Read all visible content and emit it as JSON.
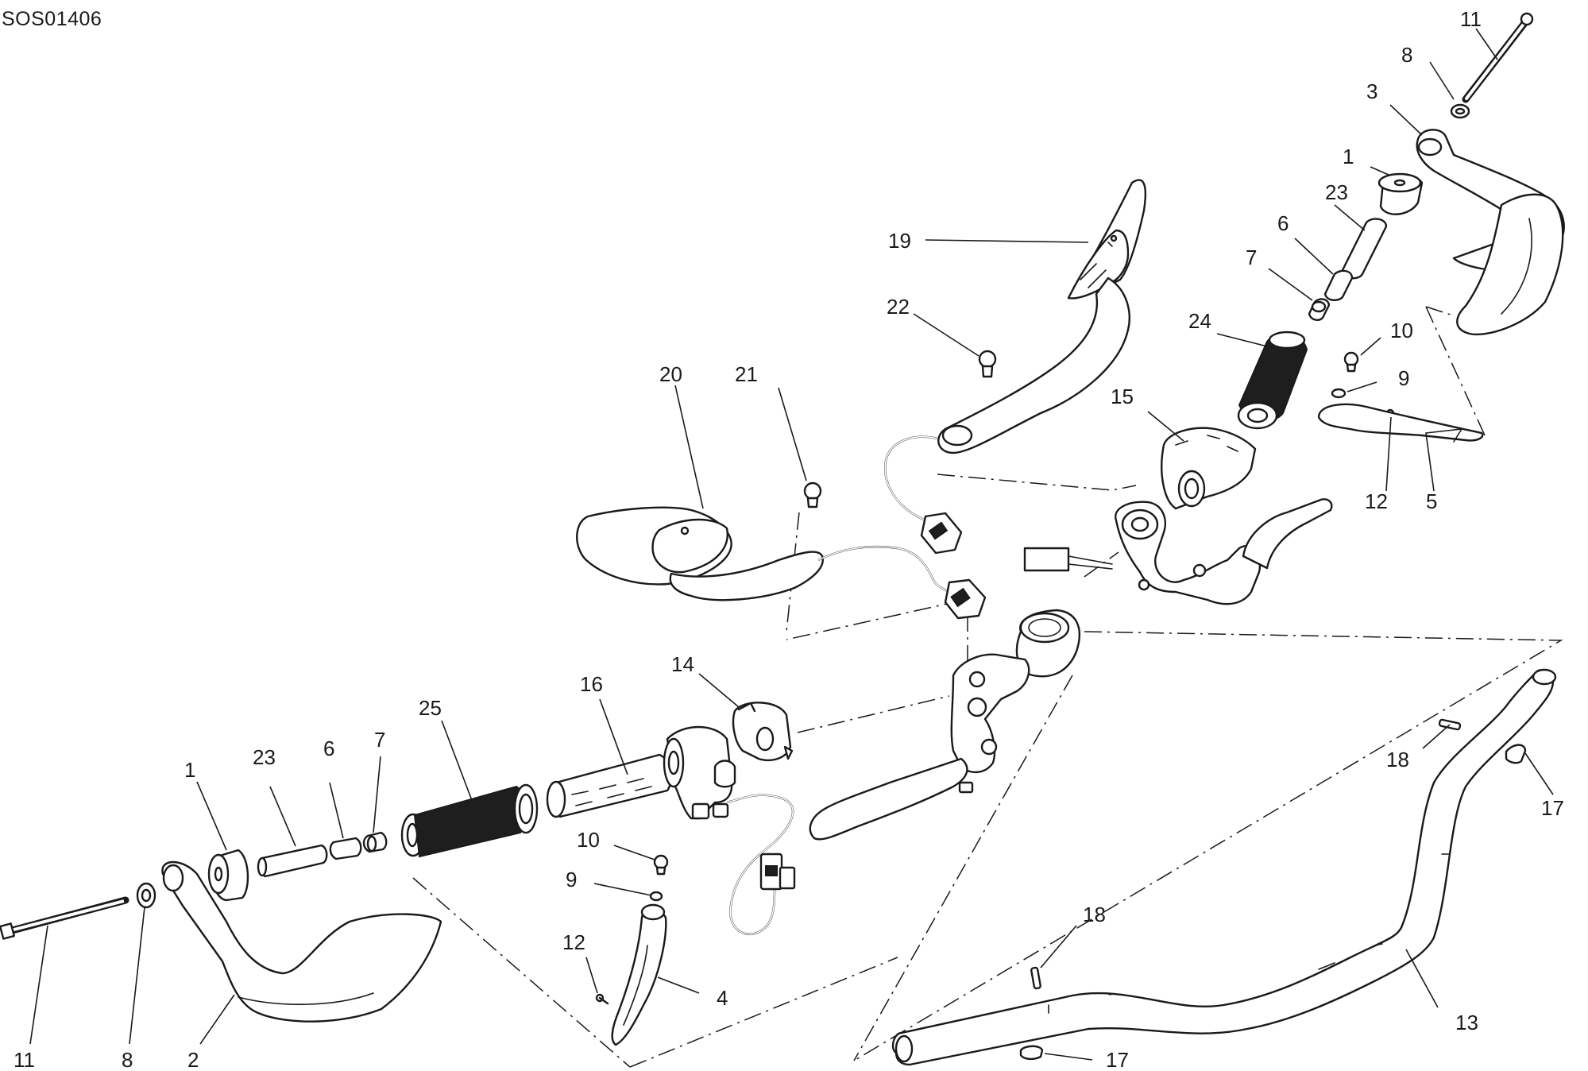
{
  "diagram": {
    "code": "SOS01406",
    "callouts": {
      "c1_left": "1",
      "c23_left": "23",
      "c6_left": "6",
      "c7_left": "7",
      "c25": "25",
      "c16": "16",
      "c14": "14",
      "c20": "20",
      "c21": "21",
      "c19": "19",
      "c22": "22",
      "c11_top": "11",
      "c8_top": "8",
      "c3": "3",
      "c1_right": "1",
      "c23_right": "23",
      "c6_right": "6",
      "c7_right": "7",
      "c24": "24",
      "c15": "15",
      "c10_right": "10",
      "c9_right": "9",
      "c12_right": "12",
      "c5": "5",
      "c18_right": "18",
      "c17_right": "17",
      "c10_left": "10",
      "c9_left": "9",
      "c12_left": "12",
      "c4": "4",
      "c18_bottom": "18",
      "c13": "13",
      "c17_bottom": "17",
      "c11_bottom": "11",
      "c8_bottom": "8",
      "c2": "2"
    }
  }
}
